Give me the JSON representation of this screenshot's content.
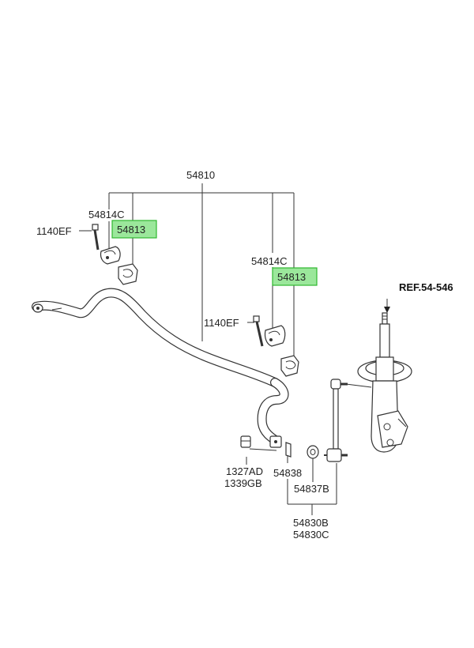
{
  "labels": {
    "bar_assembly": "54810",
    "bracket_left": "54814C",
    "bracket_right": "54814C",
    "bushing_left": "54813",
    "bushing_right": "54813",
    "bolt_left": "1140EF",
    "bolt_right": "1140EF",
    "nut_a": "1327AD",
    "nut_b": "1339GB",
    "washer": "54838",
    "link_part": "54837B",
    "link_assembly_1": "54830B",
    "link_assembly_2": "54830C",
    "reference": "REF.54-546"
  },
  "colors": {
    "highlight_fill": "#9be79b",
    "highlight_stroke": "#2eb82e",
    "line": "#333333"
  }
}
